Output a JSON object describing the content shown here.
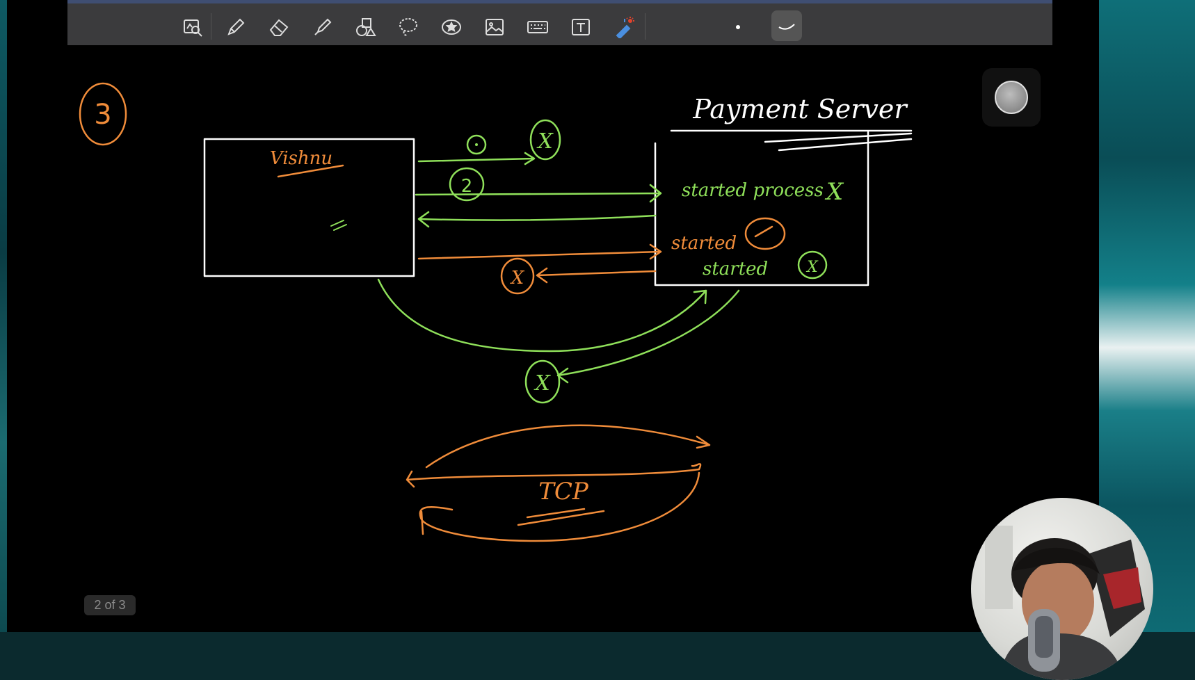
{
  "toolbar": {
    "tools": [
      {
        "name": "ruler-zoom-icon"
      },
      {
        "name": "pen-icon"
      },
      {
        "name": "eraser-icon"
      },
      {
        "name": "highlighter-icon"
      },
      {
        "name": "shapes-icon"
      },
      {
        "name": "lasso-icon"
      },
      {
        "name": "sticker-icon"
      },
      {
        "name": "image-icon"
      },
      {
        "name": "keyboard-icon"
      },
      {
        "name": "text-icon"
      },
      {
        "name": "laser-pointer-icon"
      },
      {
        "name": "dot-color-icon"
      },
      {
        "name": "stroke-style-icon"
      }
    ],
    "accent": "#3f4e72"
  },
  "drawing": {
    "step_number": "3",
    "client_label": "Vishnu",
    "server_label": "Payment Server",
    "row1_mark": "X",
    "row1_text": "started process",
    "row2_text": "started",
    "row3_text": "started",
    "protocol_label": "TCP",
    "colors": {
      "orange": "#f08c3a",
      "green": "#8fe05a",
      "white": "#ffffff"
    }
  },
  "page_indicator": "2 of 3"
}
